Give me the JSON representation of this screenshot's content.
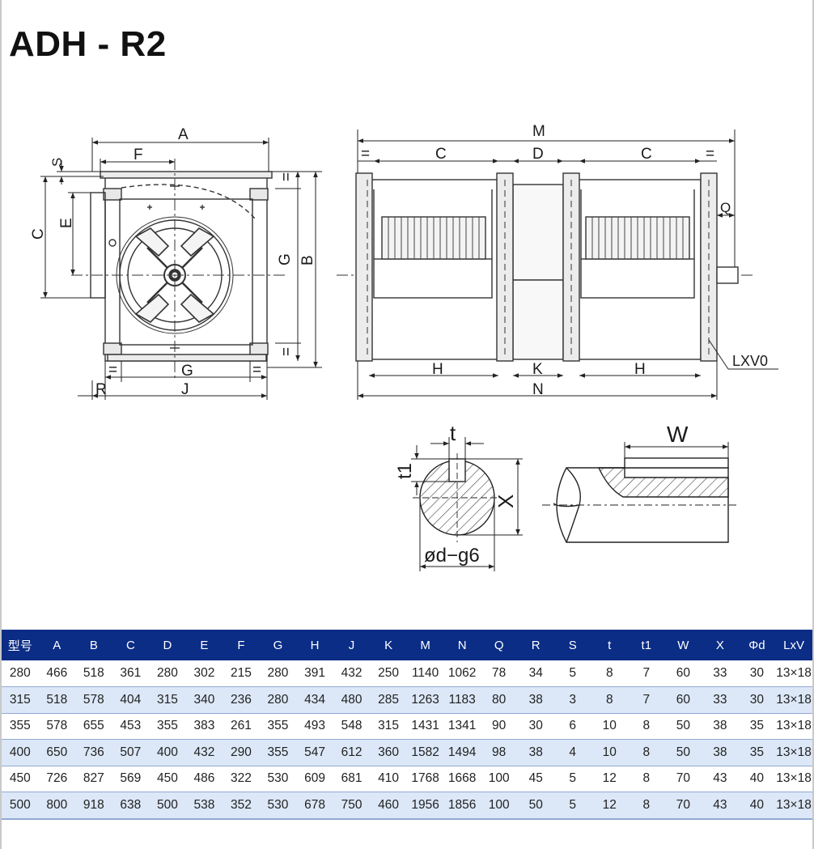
{
  "title": "ADH - R2",
  "drawing_labels": {
    "front": {
      "a": "A",
      "f": "F",
      "s": "S",
      "c": "C",
      "e": "E",
      "g_side": "G",
      "b": "B",
      "eq": "=",
      "g_bottom": "G",
      "r": "R",
      "j": "J"
    },
    "side": {
      "m": "M",
      "c_left": "C",
      "d": "D",
      "c_right": "C",
      "eq": "=",
      "q": "Q",
      "h_left": "H",
      "k": "K",
      "h_right": "H",
      "n": "N",
      "lxv0": "LXV0"
    },
    "shaft": {
      "t": "t",
      "t1": "t1",
      "x": "X",
      "od": "ød−g6",
      "w": "W"
    }
  },
  "table": {
    "headers": [
      "型号",
      "A",
      "B",
      "C",
      "D",
      "E",
      "F",
      "G",
      "H",
      "J",
      "K",
      "M",
      "N",
      "Q",
      "R",
      "S",
      "t",
      "t1",
      "W",
      "X",
      "Φd",
      "LxV"
    ],
    "rows": [
      [
        "280",
        "466",
        "518",
        "361",
        "280",
        "302",
        "215",
        "280",
        "391",
        "432",
        "250",
        "1140",
        "1062",
        "78",
        "34",
        "5",
        "8",
        "7",
        "60",
        "33",
        "30",
        "13×18"
      ],
      [
        "315",
        "518",
        "578",
        "404",
        "315",
        "340",
        "236",
        "280",
        "434",
        "480",
        "285",
        "1263",
        "1183",
        "80",
        "38",
        "3",
        "8",
        "7",
        "60",
        "33",
        "30",
        "13×18"
      ],
      [
        "355",
        "578",
        "655",
        "453",
        "355",
        "383",
        "261",
        "355",
        "493",
        "548",
        "315",
        "1431",
        "1341",
        "90",
        "30",
        "6",
        "10",
        "8",
        "50",
        "38",
        "35",
        "13×18"
      ],
      [
        "400",
        "650",
        "736",
        "507",
        "400",
        "432",
        "290",
        "355",
        "547",
        "612",
        "360",
        "1582",
        "1494",
        "98",
        "38",
        "4",
        "10",
        "8",
        "50",
        "38",
        "35",
        "13×18"
      ],
      [
        "450",
        "726",
        "827",
        "569",
        "450",
        "486",
        "322",
        "530",
        "609",
        "681",
        "410",
        "1768",
        "1668",
        "100",
        "45",
        "5",
        "12",
        "8",
        "70",
        "43",
        "40",
        "13×18"
      ],
      [
        "500",
        "800",
        "918",
        "638",
        "500",
        "538",
        "352",
        "530",
        "678",
        "750",
        "460",
        "1956",
        "1856",
        "100",
        "50",
        "5",
        "12",
        "8",
        "70",
        "43",
        "40",
        "13×18"
      ]
    ]
  }
}
